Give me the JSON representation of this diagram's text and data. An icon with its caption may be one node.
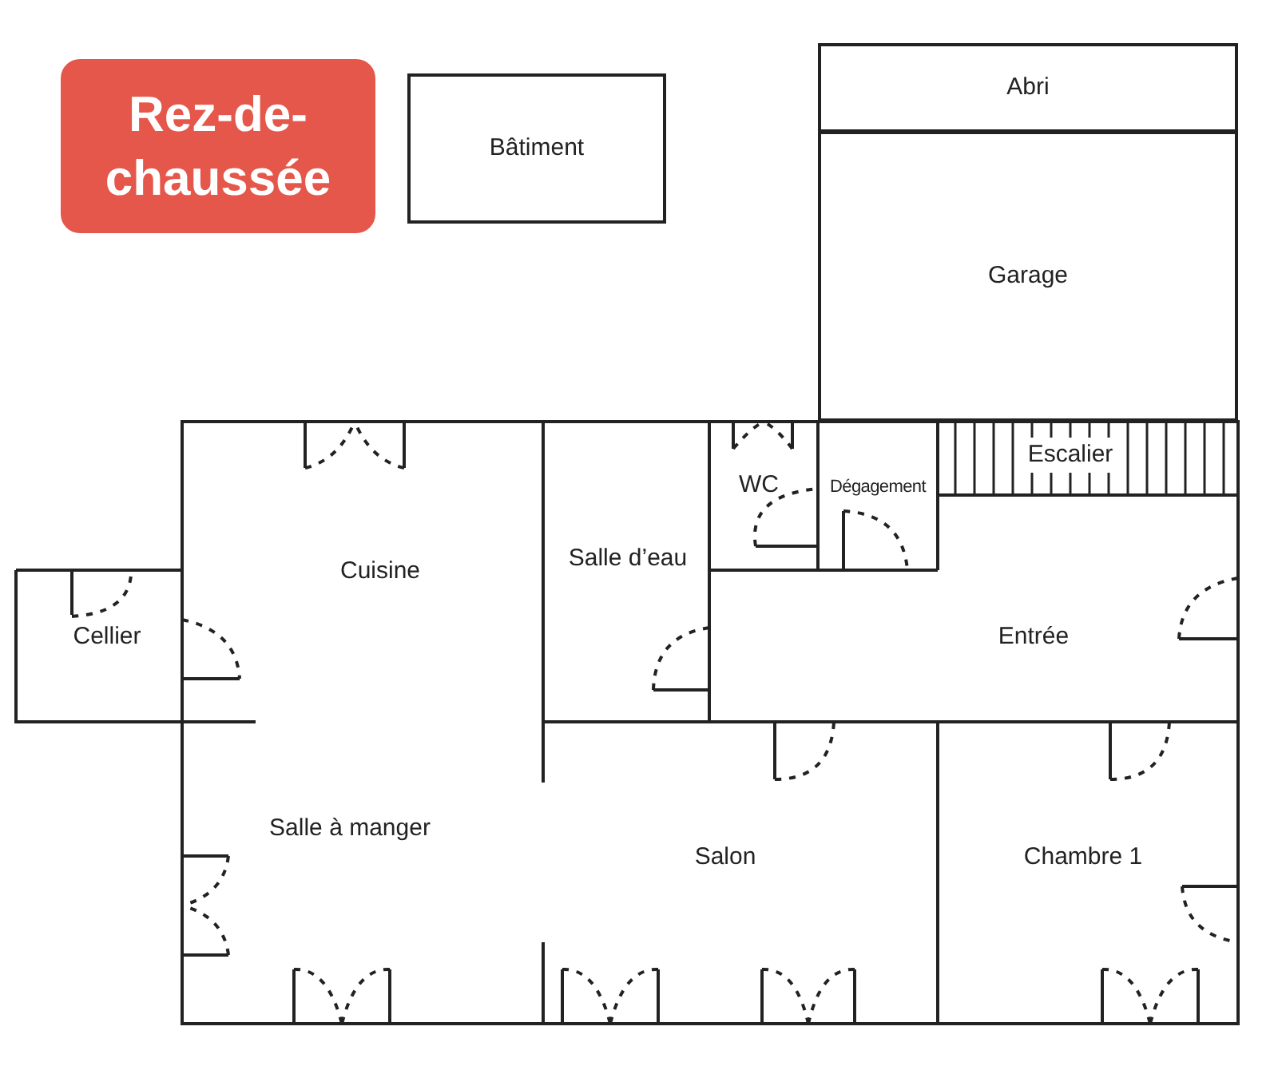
{
  "diagram": {
    "title": "Rez-de-chaussée",
    "nodes": [
      {
        "text": [
          "Abri"
        ]
      },
      {
        "text": [
          "Bâtiment"
        ]
      },
      {
        "text": [
          "Garage"
        ]
      },
      {
        "text": [
          "Escalier"
        ]
      },
      {
        "text": [
          "WC"
        ]
      },
      {
        "text": [
          "Dégagement"
        ]
      },
      {
        "text": [
          "Cuisine"
        ]
      },
      {
        "text": [
          "Salle d’eau"
        ]
      },
      {
        "text": [
          "Cellier"
        ]
      },
      {
        "text": [
          "Entrée"
        ]
      },
      {
        "text": [
          "Salle à manger"
        ]
      },
      {
        "text": [
          "Salon"
        ]
      },
      {
        "text": [
          "Chambre 1"
        ]
      }
    ]
  }
}
